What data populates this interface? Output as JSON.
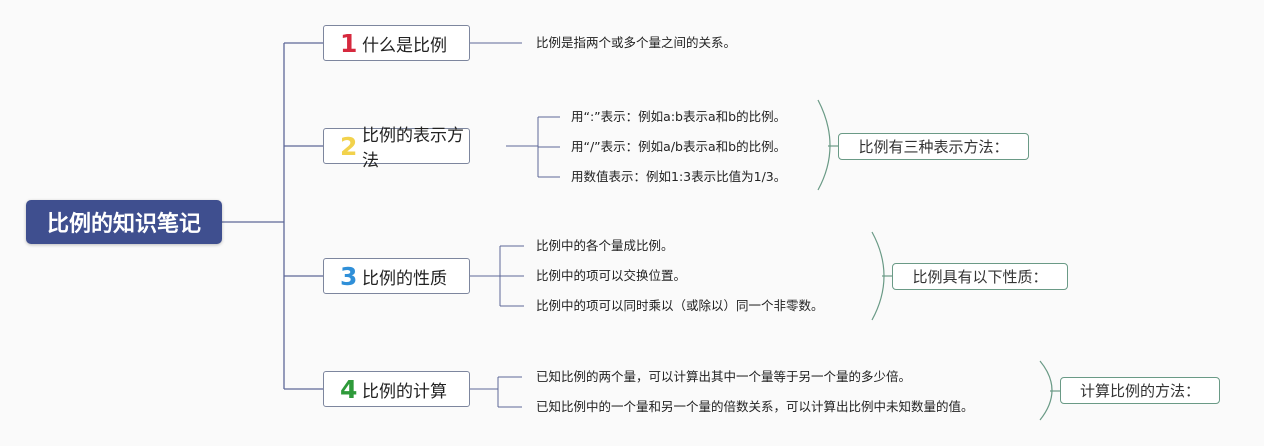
{
  "root": {
    "title": "比例的知识笔记"
  },
  "branches": [
    {
      "number": "1",
      "color": "#d6293e",
      "title": "什么是比例",
      "leaves": [
        "比例是指两个或多个量之间的关系。"
      ],
      "summary": ""
    },
    {
      "number": "2",
      "color": "#f2d24c",
      "title": "比例的表示方法",
      "leaves": [
        "用“:”表示：例如a:b表示a和b的比例。",
        "用“/”表示：例如a/b表示a和b的比例。",
        "用数值表示：例如1:3表示比值为1/3。"
      ],
      "summary": "比例有三种表示方法："
    },
    {
      "number": "3",
      "color": "#2f8fd8",
      "title": "比例的性质",
      "leaves": [
        "比例中的各个量成比例。",
        "比例中的项可以交换位置。",
        "比例中的项可以同时乘以（或除以）同一个非零数。"
      ],
      "summary": "比例具有以下性质："
    },
    {
      "number": "4",
      "color": "#2e9a3a",
      "title": "比例的计算",
      "leaves": [
        "已知比例的两个量，可以计算出其中一个量等于另一个量的多少倍。",
        "已知比例中的一个量和另一个量的倍数关系，可以计算出比例中未知数量的值。"
      ],
      "summary": "计算比例的方法："
    }
  ]
}
